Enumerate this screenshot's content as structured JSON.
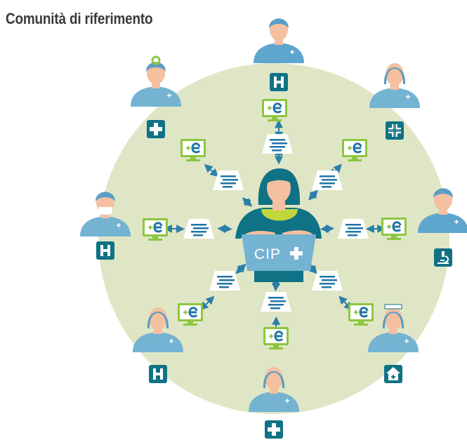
{
  "title": "Comunità di riferimento",
  "center": {
    "label": "CIP"
  },
  "colors": {
    "circle_bg": "#dfe6c6",
    "teal_dark": "#0f7285",
    "teal_light": "#74b3d2",
    "skin": "#f4c09f",
    "green_monitor": "#8dc63f",
    "e_blue": "#1f75a6"
  },
  "nodes": [
    {
      "id": "top",
      "role": "hospital-doctor",
      "badge_icon": "H"
    },
    {
      "id": "top-right",
      "role": "pharmacist",
      "badge_icon": "pharmacy-cross"
    },
    {
      "id": "right",
      "role": "lab-scientist",
      "badge_icon": "microscope"
    },
    {
      "id": "bottom-right",
      "role": "nurse",
      "badge_icon": "home"
    },
    {
      "id": "bottom",
      "role": "general-practitioner",
      "badge_icon": "cross"
    },
    {
      "id": "bottom-left",
      "role": "hospital-doctor",
      "badge_icon": "H"
    },
    {
      "id": "left",
      "role": "surgeon",
      "badge_icon": "H"
    },
    {
      "id": "top-left",
      "role": "doctor",
      "badge_icon": "cross"
    }
  ]
}
